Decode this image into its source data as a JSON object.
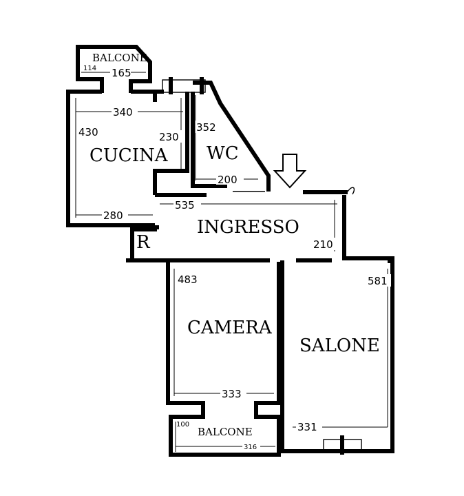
{
  "rooms": {
    "balcone_top": "BALCONE",
    "cucina": "CUCINA",
    "wc": "WC",
    "ingresso": "INGRESSO",
    "ripostiglio": "R",
    "camera": "CAMERA",
    "salone": "SALONE",
    "balcone_bottom": "BALCONE"
  },
  "dimensions": {
    "balcone_top_height": "114",
    "balcone_top_width": "165",
    "cucina_width": "340",
    "cucina_height": "430",
    "cucina_inner": "230",
    "cucina_bottom": "280",
    "wc_height": "352",
    "wc_width": "200",
    "ingresso_width": "535",
    "ingresso_height": "210",
    "camera_height": "483",
    "camera_width": "333",
    "salone_height": "581",
    "salone_width": "331",
    "balcone_bottom_height": "100",
    "balcone_bottom_width": "316"
  },
  "icons": {
    "entrance": "entrance-arrow-icon"
  }
}
